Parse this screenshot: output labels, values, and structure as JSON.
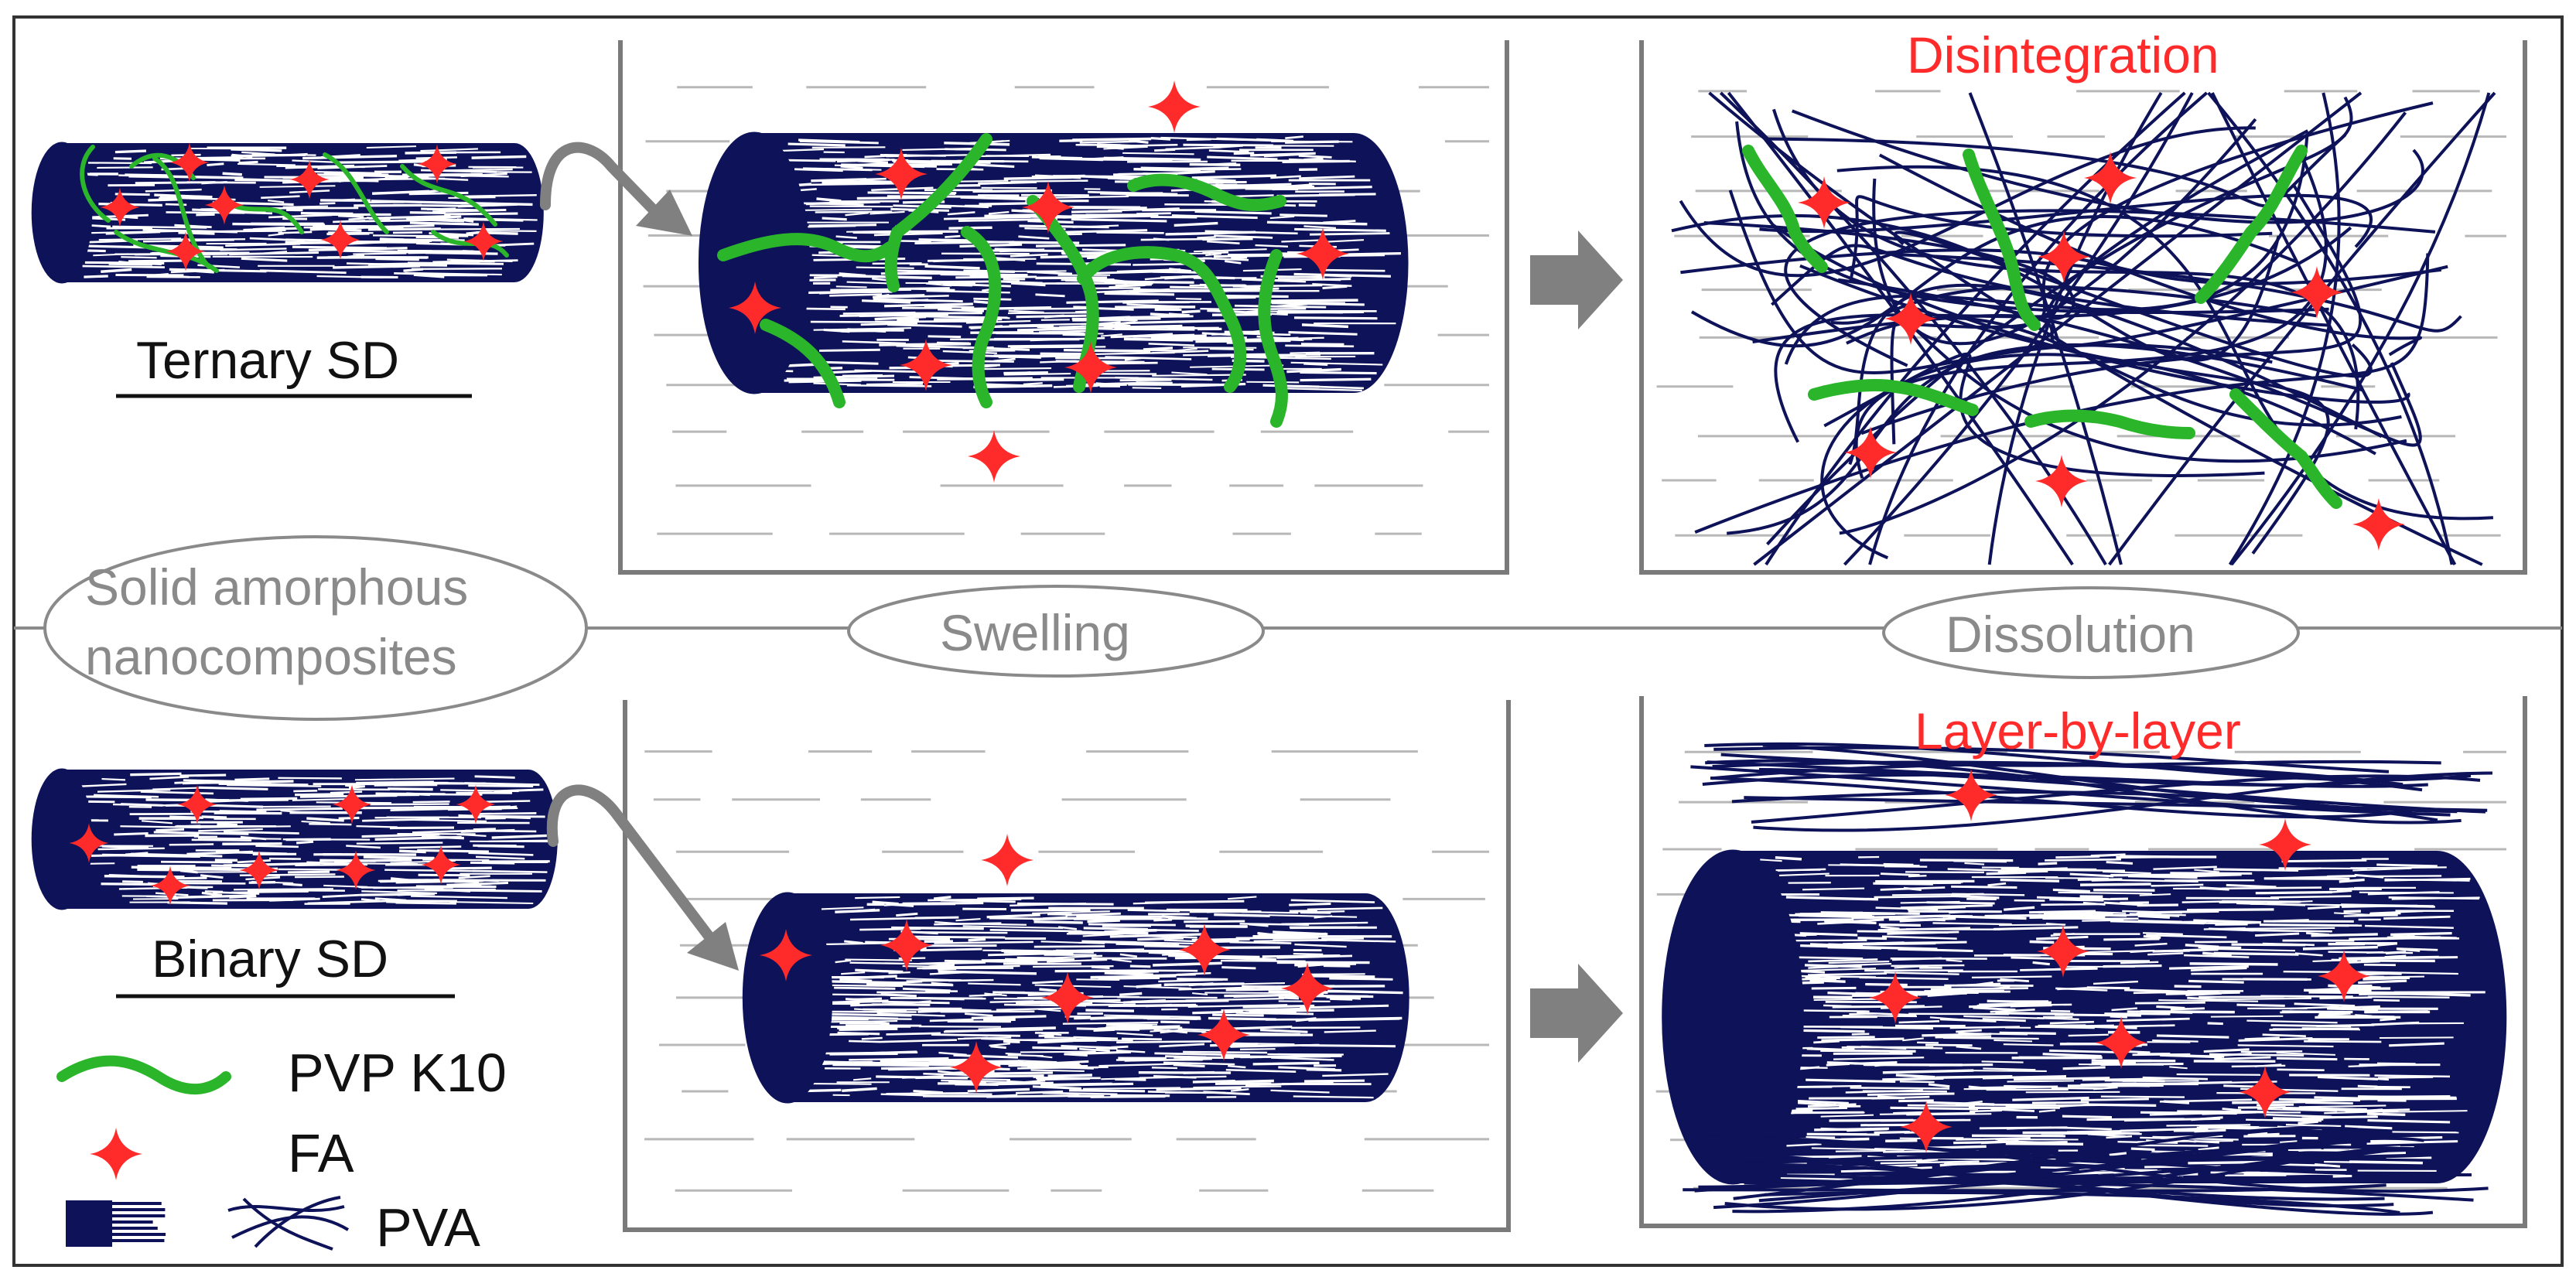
{
  "colors": {
    "pva": "#0d1259",
    "pvp": "#2ab52a",
    "fa": "#ff2a2a",
    "water_line": "#b8b8b8",
    "beaker": "#7a7a7a",
    "arrow": "#808080",
    "label_red": "#ff2a2a",
    "label_grey": "#8a8a8a"
  },
  "labels": {
    "ternary": "Ternary SD",
    "binary": "Binary SD",
    "solid_line1": "Solid amorphous",
    "solid_line2": "nanocomposites",
    "swelling": "Swelling",
    "dissolution": "Dissolution",
    "disintegration": "Disintegration",
    "layer_by_layer": "Layer-by-layer"
  },
  "legend": {
    "pvp": "PVP K10",
    "fa": "FA",
    "pva": "PVA"
  }
}
